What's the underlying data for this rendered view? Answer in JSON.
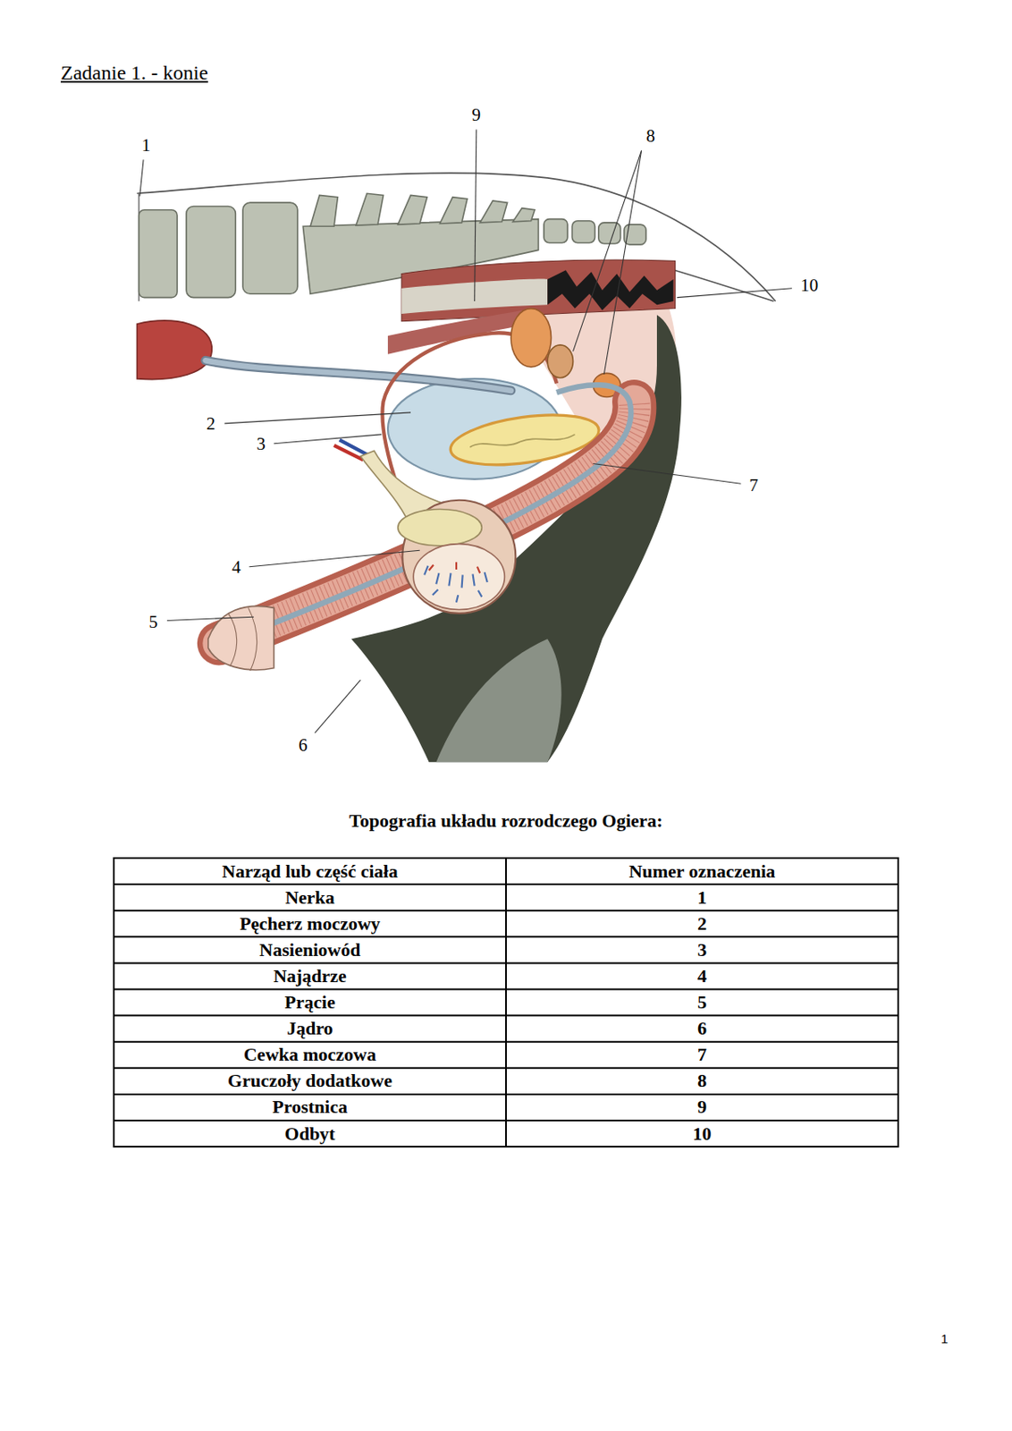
{
  "diagram": {
    "title": "Zadanie 1. - konie",
    "caption": "Topografia układu rozrodczego Ogiera:",
    "labels": [
      "9",
      "8",
      "1",
      "10",
      "2",
      "3",
      "7",
      "4",
      "5",
      "6",
      "Narząd lub część ciała",
      "Numer oznaczenia",
      "Nerka",
      "1",
      "Pęcherz moczowy",
      "2",
      "Nasieniowód",
      "3",
      "Najądrze",
      "4",
      "Prącie",
      "5",
      "Jądro",
      "6",
      "Cewka moczowa",
      "7",
      "Gruczoły dodatkowe",
      "8",
      "Prostnica",
      "9",
      "Odbyt",
      "10",
      "1"
    ]
  }
}
